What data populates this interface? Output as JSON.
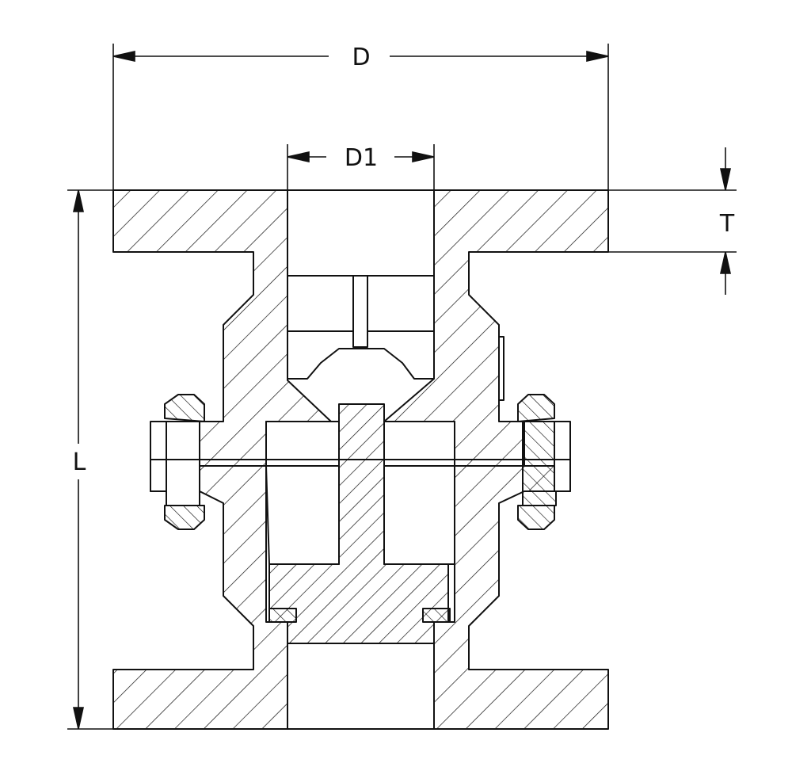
{
  "drawing": {
    "dimensions": {
      "D": "D",
      "D1": "D1",
      "T": "T",
      "L": "L"
    },
    "colors": {
      "stroke": "#111111",
      "background": "#ffffff"
    }
  }
}
